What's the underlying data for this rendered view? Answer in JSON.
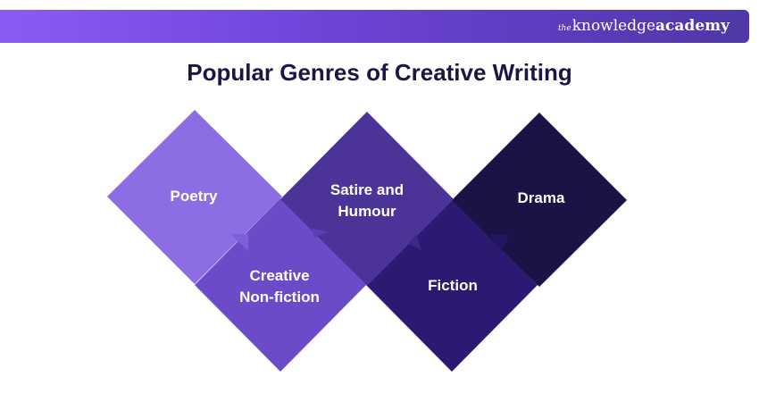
{
  "header": {
    "logo_the": "the",
    "logo_knowledge": "knowledge",
    "logo_academy": "academy"
  },
  "title": "Popular Genres of Creative Writing",
  "genres": [
    {
      "line1": "Poetry",
      "line2": "",
      "color": "#8b6ee3"
    },
    {
      "line1": "Creative",
      "line2": "Non-fiction",
      "color": "#6c4bc9"
    },
    {
      "line1": "Satire and",
      "line2": "Humour",
      "color": "#4b3397"
    },
    {
      "line1": "Fiction",
      "line2": "",
      "color": "#2c1a72"
    },
    {
      "line1": "Drama",
      "line2": "",
      "color": "#1b1245"
    }
  ],
  "colors": {
    "bar_start": "#8a5cf6",
    "bar_end": "#4f37a6",
    "title": "#1b1744"
  }
}
